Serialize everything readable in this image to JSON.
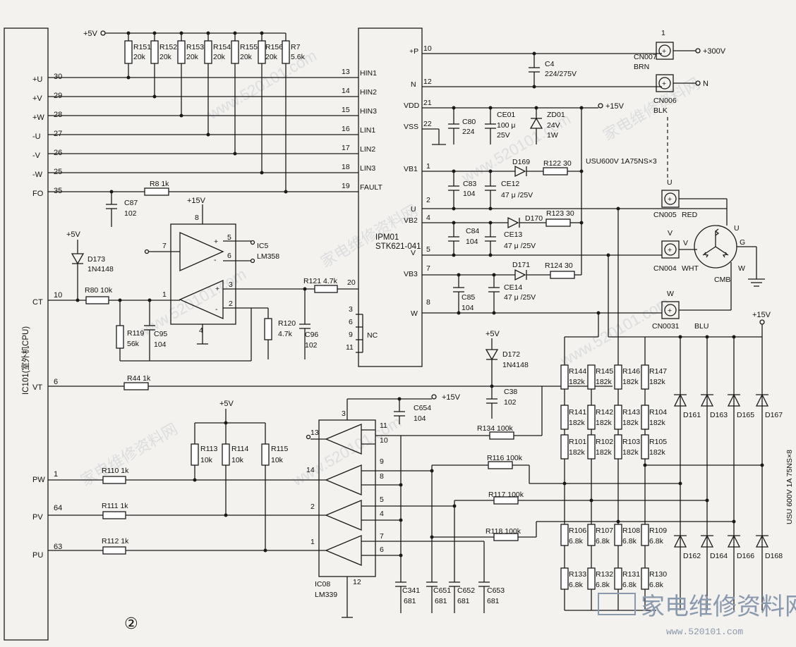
{
  "cpu": {
    "label": "IC101(室外机CPU)"
  },
  "cpu_pins": [
    {
      "name": "+U",
      "num": "30"
    },
    {
      "name": "+V",
      "num": "29"
    },
    {
      "name": "+W",
      "num": "28"
    },
    {
      "name": "-U",
      "num": "27"
    },
    {
      "name": "-V",
      "num": "26"
    },
    {
      "name": "-W",
      "num": "25"
    },
    {
      "name": "FO",
      "num": "35"
    },
    {
      "name": "CT",
      "num": "10"
    },
    {
      "name": "VT",
      "num": "6"
    },
    {
      "name": "PW",
      "num": "1"
    },
    {
      "name": "PV",
      "num": "64"
    },
    {
      "name": "PU",
      "num": "63"
    }
  ],
  "supplies": {
    "p5v": "+5V",
    "p15v": "+15V",
    "p300v": "+300V",
    "n": "N"
  },
  "pullups": [
    {
      "ref": "R151",
      "val": "20k"
    },
    {
      "ref": "R152",
      "val": "20k"
    },
    {
      "ref": "R153",
      "val": "20k"
    },
    {
      "ref": "R154",
      "val": "20k"
    },
    {
      "ref": "R155",
      "val": "20k"
    },
    {
      "ref": "R156",
      "val": "20k"
    },
    {
      "ref": "R7",
      "val": "5.6k"
    }
  ],
  "ipm": {
    "ref": "IPM01",
    "part": "STK621-041",
    "left_pins": [
      {
        "num": "13",
        "name": "HIN1"
      },
      {
        "num": "14",
        "name": "HIN2"
      },
      {
        "num": "15",
        "name": "HIN3"
      },
      {
        "num": "16",
        "name": "LIN1"
      },
      {
        "num": "17",
        "name": "LIN2"
      },
      {
        "num": "18",
        "name": "LIN3"
      },
      {
        "num": "19",
        "name": "FAULT"
      }
    ],
    "right_pins": [
      {
        "name": "+P",
        "num": "10"
      },
      {
        "name": "N",
        "num": "12"
      },
      {
        "name": "VDD",
        "num": "21"
      },
      {
        "name": "VSS",
        "num": "22"
      },
      {
        "name": "VB1",
        "num": "1"
      },
      {
        "name": "U",
        "num": "2"
      },
      {
        "name": "VB2",
        "num": "4"
      },
      {
        "name": "V",
        "num": "5"
      },
      {
        "name": "VB3",
        "num": "7"
      },
      {
        "name": "W",
        "num": "8"
      }
    ],
    "nc_pins": [
      "3",
      "6",
      "9",
      "11"
    ],
    "nc_label": "NC",
    "ct_pin": "20"
  },
  "passives": {
    "r8": "R8  1k",
    "c87": "C87",
    "c87v": "102",
    "r80": "R80  10k",
    "r119": "R119",
    "r119v": "56k",
    "c95": "C95",
    "c95v": "104",
    "r121": "R121  4.7k",
    "r120": "R120",
    "r120v": "4.7k",
    "c96": "C96",
    "c96v": "102",
    "r44": "R44  1k",
    "c4": "C4",
    "c4v": "224/275V",
    "c80": "C80",
    "c80v": "224",
    "ce01": "CE01",
    "ce01v1": "100 μ",
    "ce01v2": "25V",
    "zd01": "ZD01",
    "zd01v1": "24V",
    "zd01v2": "1W",
    "d169": "D169",
    "d170": "D170",
    "d171": "D171",
    "r122": "R122  30",
    "r123": "R123  30",
    "r124": "R124  30",
    "c83": "C83",
    "c83v": "104",
    "c84": "C84",
    "c84v": "104",
    "c85": "C85",
    "c85v": "104",
    "ce12": "CE12",
    "ce13": "CE13",
    "ce14": "CE14",
    "cev": "47 μ /25V",
    "fast_diode_note": "USU600V  1A75NS×3",
    "d173": "D173",
    "d173v": "1N4148",
    "d172": "D172",
    "d172v": "1N4148",
    "c38": "C38",
    "c38v": "102",
    "c654": "C654",
    "c654v": "104",
    "r113": "R113",
    "r114": "R114",
    "r115": "R115",
    "r11xv": "10k",
    "r110": "R110  1k",
    "r111": "R111  1k",
    "r112": "R112  1k",
    "r134": "R134  100k",
    "r116": "R116  100k",
    "r117": "R117  100k",
    "r118": "R118  100k",
    "c341": "C341",
    "c651": "C651",
    "c652": "C652",
    "c653": "C653",
    "c6xv": "681"
  },
  "ic5": {
    "ref": "IC5",
    "part": "LM358",
    "pins": [
      "8",
      "5",
      "6",
      "7",
      "3",
      "2",
      "1",
      "4"
    ]
  },
  "ic8": {
    "ref": "IC08",
    "part": "LM339",
    "pins": [
      "3",
      "13",
      "11",
      "10",
      "14",
      "9",
      "8",
      "2",
      "5",
      "4",
      "1",
      "7",
      "6",
      "12"
    ]
  },
  "divider_top": [
    {
      "ref": "R144",
      "val": "182k"
    },
    {
      "ref": "R145",
      "val": "182k"
    },
    {
      "ref": "R146",
      "val": "182k"
    },
    {
      "ref": "R147",
      "val": "182k"
    },
    {
      "ref": "R141",
      "val": "182k"
    },
    {
      "ref": "R142",
      "val": "182k"
    },
    {
      "ref": "R143",
      "val": "182k"
    },
    {
      "ref": "R104",
      "val": "182k"
    },
    {
      "ref": "R101",
      "val": "182k"
    },
    {
      "ref": "R102",
      "val": "182k"
    },
    {
      "ref": "R103",
      "val": "182k"
    },
    {
      "ref": "R105",
      "val": "182k"
    }
  ],
  "divider_bot": [
    {
      "ref": "R106",
      "val": "6.8k"
    },
    {
      "ref": "R107",
      "val": "6.8k"
    },
    {
      "ref": "R108",
      "val": "6.8k"
    },
    {
      "ref": "R109",
      "val": "6.8k"
    },
    {
      "ref": "R133",
      "val": "6.8k"
    },
    {
      "ref": "R132",
      "val": "6.8k"
    },
    {
      "ref": "R131",
      "val": "6.8k"
    },
    {
      "ref": "R130",
      "val": "6.8k"
    }
  ],
  "clamp_diodes": [
    "D161",
    "D163",
    "D165",
    "D167",
    "D162",
    "D164",
    "D166",
    "D168"
  ],
  "clamp_note": "USU 600V 1A 75NS×8",
  "connectors": [
    {
      "ref": "CN007",
      "color": "BRN",
      "pin": "1"
    },
    {
      "ref": "CN006",
      "color": "BLK",
      "pin": ""
    },
    {
      "ref": "CN005",
      "color": "RED",
      "pin": "U"
    },
    {
      "ref": "CN004",
      "color": "WHT",
      "pin": "V"
    },
    {
      "ref": "CN0031",
      "color": "BLU",
      "pin": "W"
    }
  ],
  "motor": {
    "ref": "CMB",
    "u": "U",
    "v": "V",
    "w": "W",
    "g": "G"
  },
  "page_mark": "②",
  "watermarks": {
    "site": "www.520101.com",
    "cn": "家电维修资料网",
    "brand": "家电维修资料网",
    "brand_url": "www.520101.com"
  }
}
